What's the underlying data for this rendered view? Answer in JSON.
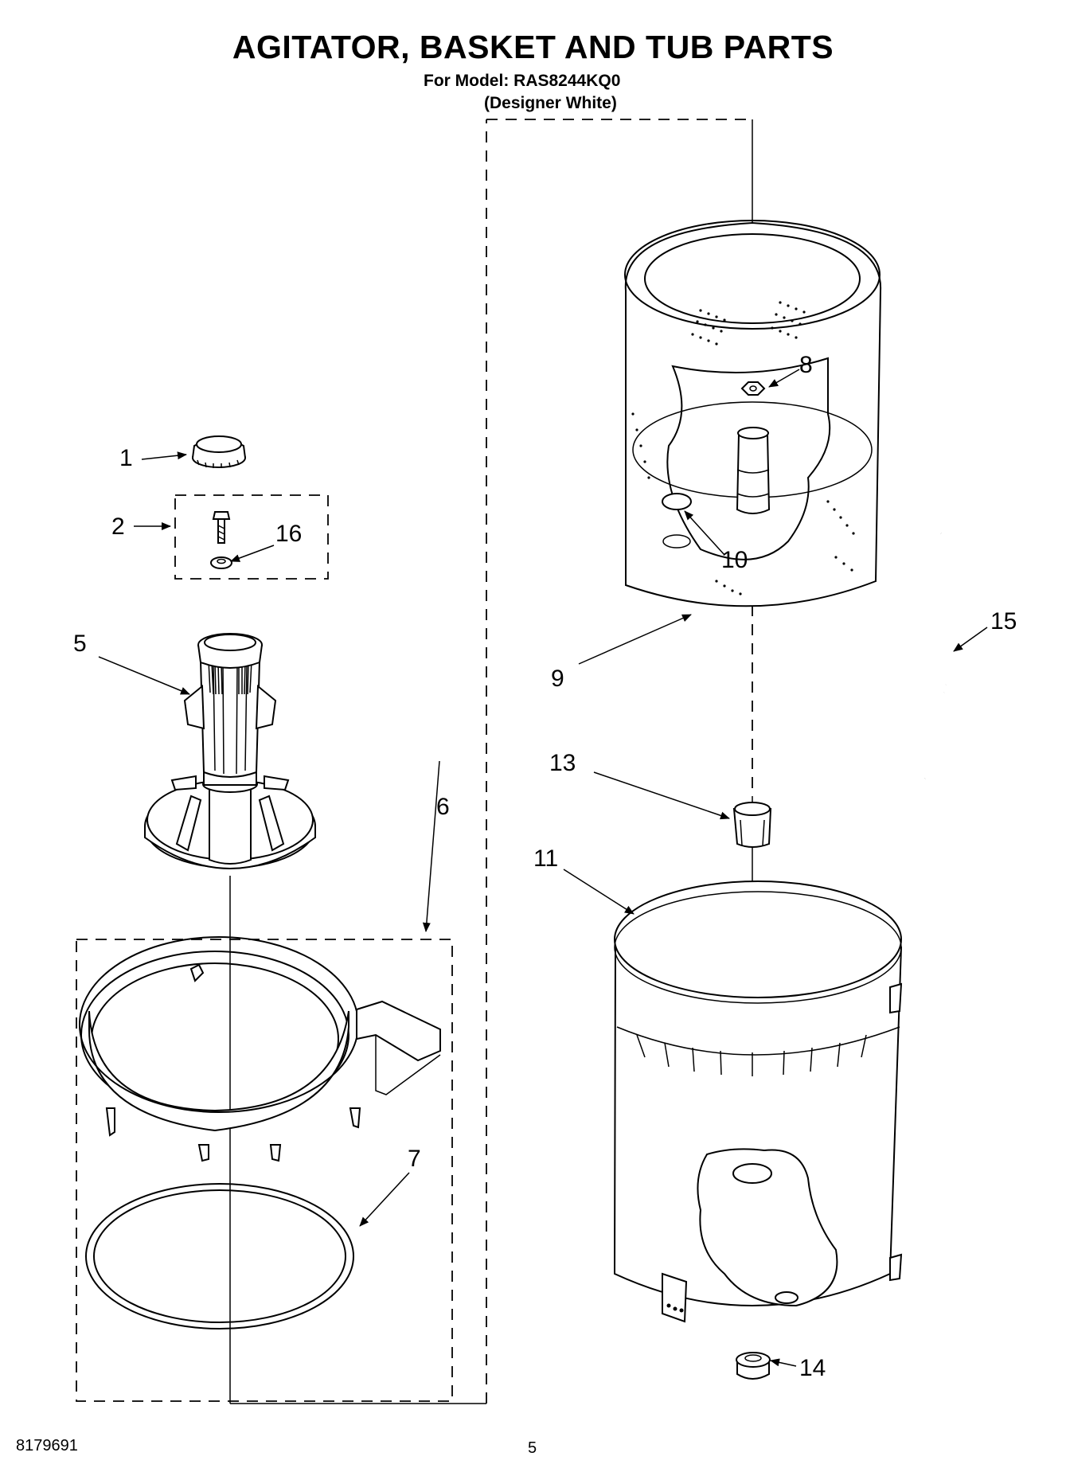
{
  "header": {
    "title": "AGITATOR, BASKET AND TUB PARTS",
    "model_line": "For Model: RAS8244KQ0",
    "color_line": "(Designer White)"
  },
  "callouts": [
    "1",
    "2",
    "16",
    "5",
    "6",
    "7",
    "8",
    "9",
    "10",
    "11",
    "13",
    "14",
    "15"
  ],
  "footer": {
    "doc_number": "8179691",
    "page_number": "5"
  }
}
